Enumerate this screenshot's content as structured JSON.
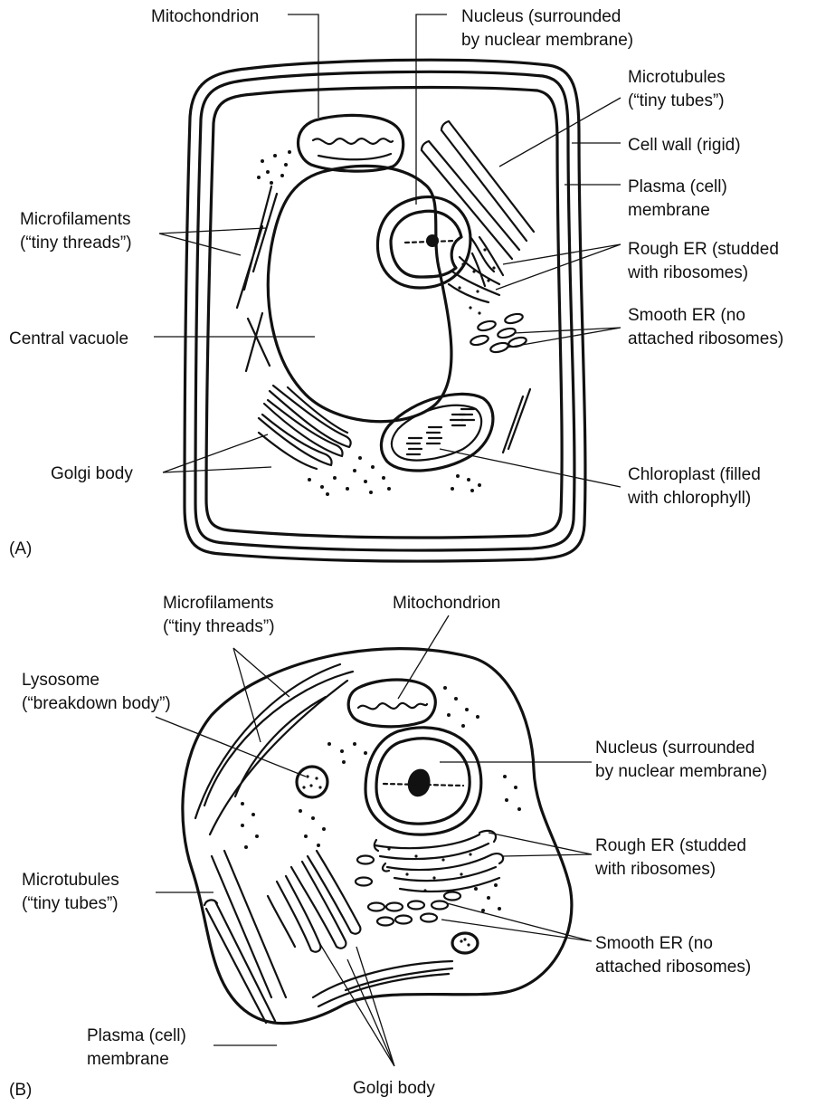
{
  "panel_a": {
    "tag": "(A)",
    "labels": {
      "mitochondrion": [
        "Mitochondrion"
      ],
      "nucleus": [
        "Nucleus (surrounded",
        "by nuclear membrane)"
      ],
      "microtubules": [
        "Microtubules",
        "(“tiny tubes”)"
      ],
      "cell_wall": [
        "Cell wall (rigid)"
      ],
      "plasma_membrane": [
        "Plasma (cell)",
        "membrane"
      ],
      "microfilaments": [
        "Microfilaments",
        "(“tiny threads”)"
      ],
      "rough_er": [
        "Rough ER (studded",
        "with ribosomes)"
      ],
      "smooth_er": [
        "Smooth ER (no",
        "attached ribosomes)"
      ],
      "central_vacuole": [
        "Central vacuole"
      ],
      "golgi": [
        "Golgi body"
      ],
      "chloroplast": [
        "Chloroplast (filled",
        "with chlorophyll)"
      ]
    }
  },
  "panel_b": {
    "tag": "(B)",
    "labels": {
      "microfilaments": [
        "Microfilaments",
        "(“tiny threads”)"
      ],
      "mitochondrion": [
        "Mitochondrion"
      ],
      "lysosome": [
        "Lysosome",
        "(“breakdown body”)"
      ],
      "nucleus": [
        "Nucleus (surrounded",
        "by nuclear membrane)"
      ],
      "rough_er": [
        "Rough ER (studded",
        "with ribosomes)"
      ],
      "microtubules": [
        "Microtubules",
        "(“tiny tubes”)"
      ],
      "smooth_er": [
        "Smooth ER (no",
        "attached ribosomes)"
      ],
      "plasma_membrane": [
        "Plasma (cell)",
        "membrane"
      ],
      "golgi": [
        "Golgi body"
      ]
    }
  }
}
